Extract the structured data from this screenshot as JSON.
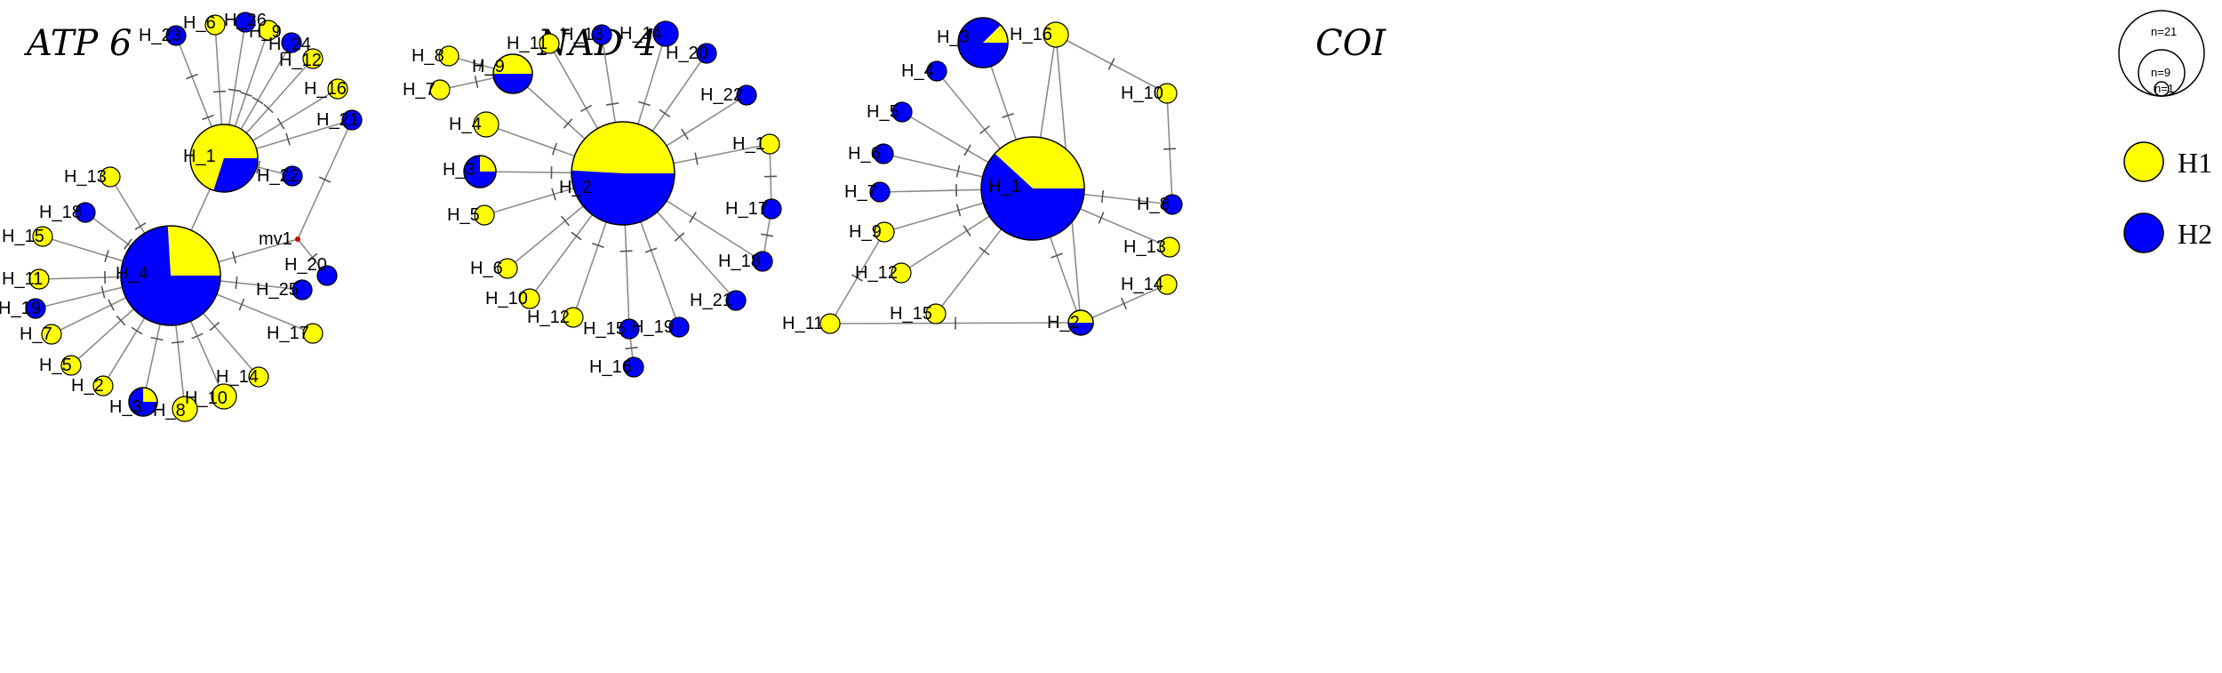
{
  "colors": {
    "H1": "#ffff00",
    "H2": "#0000ff",
    "edge": "#8c8c8c",
    "median": "#cc0000"
  },
  "legend": {
    "sizes": [
      {
        "label": "n=21"
      },
      {
        "label": "n=9"
      },
      {
        "label": "n=1"
      }
    ],
    "groups": [
      {
        "name": "H1",
        "color": "#ffff00"
      },
      {
        "name": "H2",
        "color": "#0000ff"
      }
    ]
  },
  "networks": [
    {
      "title": "ATP 6",
      "nodes": [
        {
          "id": "H_1",
          "label": "H_1",
          "h1": 14,
          "h2": 6
        },
        {
          "id": "H_2",
          "label": "H_2",
          "h1": 1,
          "h2": 0
        },
        {
          "id": "H_3",
          "label": "H_3",
          "h1": 1,
          "h2": 3
        },
        {
          "id": "H_4",
          "label": "H_4",
          "h1": 7,
          "h2": 20
        },
        {
          "id": "H_5",
          "label": "H_5",
          "h1": 1,
          "h2": 0
        },
        {
          "id": "H_6",
          "label": "H_6",
          "h1": 1,
          "h2": 0
        },
        {
          "id": "H_7",
          "label": "H_7",
          "h1": 1,
          "h2": 0
        },
        {
          "id": "H_8",
          "label": "H_8",
          "h1": 2,
          "h2": 0
        },
        {
          "id": "H_9",
          "label": "H_9",
          "h1": 1,
          "h2": 0
        },
        {
          "id": "H_10",
          "label": "H_10",
          "h1": 2,
          "h2": 0
        },
        {
          "id": "H_11",
          "label": "H_11",
          "h1": 1,
          "h2": 0
        },
        {
          "id": "H_12",
          "label": "H_12",
          "h1": 1,
          "h2": 0
        },
        {
          "id": "H_13",
          "label": "H_13",
          "h1": 1,
          "h2": 0
        },
        {
          "id": "H_14",
          "label": "H_14",
          "h1": 1,
          "h2": 0
        },
        {
          "id": "H_15",
          "label": "H_15",
          "h1": 1,
          "h2": 0
        },
        {
          "id": "H_16",
          "label": "H_16",
          "h1": 1,
          "h2": 0
        },
        {
          "id": "H_17",
          "label": "H_17",
          "h1": 1,
          "h2": 0
        },
        {
          "id": "H_18",
          "label": "H_18",
          "h1": 0,
          "h2": 1
        },
        {
          "id": "H_19",
          "label": "H_19",
          "h1": 0,
          "h2": 1
        },
        {
          "id": "H_20",
          "label": "H_20",
          "h1": 0,
          "h2": 1
        },
        {
          "id": "H_21",
          "label": "H_21",
          "h1": 0,
          "h2": 1
        },
        {
          "id": "H_22",
          "label": "H_22",
          "h1": 0,
          "h2": 1
        },
        {
          "id": "H_23",
          "label": "H_23",
          "h1": 0,
          "h2": 1
        },
        {
          "id": "H_24",
          "label": "H_24",
          "h1": 0,
          "h2": 1
        },
        {
          "id": "H_25",
          "label": "H_25",
          "h1": 0,
          "h2": 1
        },
        {
          "id": "H_26",
          "label": "H_26",
          "h1": 0,
          "h2": 1
        },
        {
          "id": "mv1",
          "label": "mv1",
          "median": true
        }
      ],
      "edges": [
        {
          "from": "H_1",
          "to": "H_23",
          "ticks": 2
        },
        {
          "from": "H_1",
          "to": "H_6",
          "ticks": 1
        },
        {
          "from": "H_1",
          "to": "H_26",
          "ticks": 1
        },
        {
          "from": "H_1",
          "to": "H_9",
          "ticks": 1
        },
        {
          "from": "H_1",
          "to": "H_24",
          "ticks": 1
        },
        {
          "from": "H_1",
          "to": "H_12",
          "ticks": 1
        },
        {
          "from": "H_1",
          "to": "H_16",
          "ticks": 1
        },
        {
          "from": "H_1",
          "to": "H_21",
          "ticks": 1
        },
        {
          "from": "H_1",
          "to": "H_22",
          "ticks": 1
        },
        {
          "from": "H_1",
          "to": "H_4",
          "ticks": 0
        },
        {
          "from": "H_4",
          "to": "H_13",
          "ticks": 1
        },
        {
          "from": "H_4",
          "to": "H_18",
          "ticks": 1
        },
        {
          "from": "H_4",
          "to": "H_15",
          "ticks": 1
        },
        {
          "from": "H_4",
          "to": "H_11",
          "ticks": 1
        },
        {
          "from": "H_4",
          "to": "H_19",
          "ticks": 1
        },
        {
          "from": "H_4",
          "to": "H_7",
          "ticks": 1
        },
        {
          "from": "H_4",
          "to": "H_5",
          "ticks": 1
        },
        {
          "from": "H_4",
          "to": "H_2",
          "ticks": 1
        },
        {
          "from": "H_4",
          "to": "H_3",
          "ticks": 1
        },
        {
          "from": "H_4",
          "to": "H_8",
          "ticks": 1
        },
        {
          "from": "H_4",
          "to": "H_10",
          "ticks": 1
        },
        {
          "from": "H_4",
          "to": "H_14",
          "ticks": 1
        },
        {
          "from": "H_4",
          "to": "H_17",
          "ticks": 1
        },
        {
          "from": "H_4",
          "to": "H_25",
          "ticks": 1
        },
        {
          "from": "H_4",
          "to": "mv1",
          "ticks": 1
        },
        {
          "from": "mv1",
          "to": "H_21",
          "ticks": 1
        },
        {
          "from": "mv1",
          "to": "H_20",
          "ticks": 1
        }
      ]
    },
    {
      "title": "NAD 4",
      "nodes": [
        {
          "id": "H_2",
          "label": "H_2",
          "h1": 27,
          "h2": 28
        },
        {
          "id": "H_1",
          "label": "H_1",
          "h1": 1,
          "h2": 0
        },
        {
          "id": "H_3",
          "label": "H_3",
          "h1": 1,
          "h2": 3
        },
        {
          "id": "H_4",
          "label": "H_4",
          "h1": 2,
          "h2": 0
        },
        {
          "id": "H_5",
          "label": "H_5",
          "h1": 1,
          "h2": 0
        },
        {
          "id": "H_6",
          "label": "H_6",
          "h1": 1,
          "h2": 0
        },
        {
          "id": "H_7",
          "label": "H_7",
          "h1": 1,
          "h2": 0
        },
        {
          "id": "H_8",
          "label": "H_8",
          "h1": 1,
          "h2": 0
        },
        {
          "id": "H_9",
          "label": "H_9",
          "h1": 2,
          "h2": 2
        },
        {
          "id": "H_10",
          "label": "H_10",
          "h1": 1,
          "h2": 0
        },
        {
          "id": "H_11",
          "label": "H_11",
          "h1": 1,
          "h2": 0
        },
        {
          "id": "H_12",
          "label": "H_12",
          "h1": 1,
          "h2": 0
        },
        {
          "id": "H_13",
          "label": "H_13",
          "h1": 0,
          "h2": 1
        },
        {
          "id": "H_14",
          "label": "H_14",
          "h1": 0,
          "h2": 2
        },
        {
          "id": "H_15",
          "label": "H_15",
          "h1": 0,
          "h2": 1
        },
        {
          "id": "H_16",
          "label": "H_16",
          "h1": 0,
          "h2": 1
        },
        {
          "id": "H_17",
          "label": "H_17",
          "h1": 0,
          "h2": 1
        },
        {
          "id": "H_18",
          "label": "H_18",
          "h1": 0,
          "h2": 1
        },
        {
          "id": "H_19",
          "label": "H_19",
          "h1": 0,
          "h2": 1
        },
        {
          "id": "H_20",
          "label": "H_20",
          "h1": 0,
          "h2": 1
        },
        {
          "id": "H_21",
          "label": "H_21",
          "h1": 0,
          "h2": 1
        },
        {
          "id": "H_22",
          "label": "H_22",
          "h1": 0,
          "h2": 1
        }
      ],
      "edges": [
        {
          "from": "H_2",
          "to": "H_11",
          "ticks": 1
        },
        {
          "from": "H_2",
          "to": "H_13",
          "ticks": 1
        },
        {
          "from": "H_2",
          "to": "H_14",
          "ticks": 1
        },
        {
          "from": "H_2",
          "to": "H_20",
          "ticks": 1
        },
        {
          "from": "H_2",
          "to": "H_22",
          "ticks": 1
        },
        {
          "from": "H_2",
          "to": "H_9",
          "ticks": 1
        },
        {
          "from": "H_9",
          "to": "H_8",
          "ticks": 1
        },
        {
          "from": "H_9",
          "to": "H_7",
          "ticks": 1
        },
        {
          "from": "H_2",
          "to": "H_4",
          "ticks": 1
        },
        {
          "from": "H_2",
          "to": "H_3",
          "ticks": 1
        },
        {
          "from": "H_2",
          "to": "H_5",
          "ticks": 1
        },
        {
          "from": "H_2",
          "to": "H_6",
          "ticks": 1
        },
        {
          "from": "H_2",
          "to": "H_10",
          "ticks": 1
        },
        {
          "from": "H_2",
          "to": "H_12",
          "ticks": 1
        },
        {
          "from": "H_2",
          "to": "H_15",
          "ticks": 1
        },
        {
          "from": "H_15",
          "to": "H_16",
          "ticks": 1
        },
        {
          "from": "H_2",
          "to": "H_19",
          "ticks": 1
        },
        {
          "from": "H_2",
          "to": "H_21",
          "ticks": 1
        },
        {
          "from": "H_2",
          "to": "H_18",
          "ticks": 1
        },
        {
          "from": "H_2",
          "to": "H_1",
          "ticks": 1
        },
        {
          "from": "H_1",
          "to": "H_17",
          "ticks": 1
        },
        {
          "from": "H_17",
          "to": "H_18",
          "ticks": 1
        }
      ]
    },
    {
      "title": "COI",
      "nodes": [
        {
          "id": "H_1",
          "label": "H_1",
          "h1": 21,
          "h2": 34
        },
        {
          "id": "H_2",
          "label": "H_2",
          "h1": 1,
          "h2": 1
        },
        {
          "id": "H_3",
          "label": "H_3",
          "h1": 1,
          "h2": 7
        },
        {
          "id": "H_4",
          "label": "H_4",
          "h1": 0,
          "h2": 1
        },
        {
          "id": "H_5",
          "label": "H_5",
          "h1": 0,
          "h2": 1
        },
        {
          "id": "H_6",
          "label": "H_6",
          "h1": 0,
          "h2": 1
        },
        {
          "id": "H_7",
          "label": "H_7",
          "h1": 0,
          "h2": 1
        },
        {
          "id": "H_8",
          "label": "H_8",
          "h1": 0,
          "h2": 1
        },
        {
          "id": "H_9",
          "label": "H_9",
          "h1": 1,
          "h2": 0
        },
        {
          "id": "H_10",
          "label": "H_10",
          "h1": 1,
          "h2": 0
        },
        {
          "id": "H_11",
          "label": "H_11",
          "h1": 1,
          "h2": 0
        },
        {
          "id": "H_12",
          "label": "H_12",
          "h1": 1,
          "h2": 0
        },
        {
          "id": "H_13",
          "label": "H_13",
          "h1": 1,
          "h2": 0
        },
        {
          "id": "H_14",
          "label": "H_14",
          "h1": 1,
          "h2": 0
        },
        {
          "id": "H_15",
          "label": "H_15",
          "h1": 1,
          "h2": 0
        },
        {
          "id": "H_16",
          "label": "H_16",
          "h1": 2,
          "h2": 0
        }
      ],
      "edges": [
        {
          "from": "H_1",
          "to": "H_3",
          "ticks": 1
        },
        {
          "from": "H_1",
          "to": "H_4",
          "ticks": 1
        },
        {
          "from": "H_1",
          "to": "H_5",
          "ticks": 1
        },
        {
          "from": "H_1",
          "to": "H_6",
          "ticks": 1
        },
        {
          "from": "H_1",
          "to": "H_7",
          "ticks": 1
        },
        {
          "from": "H_1",
          "to": "H_9",
          "ticks": 1
        },
        {
          "from": "H_1",
          "to": "H_12",
          "ticks": 1
        },
        {
          "from": "H_1",
          "to": "H_15",
          "ticks": 1
        },
        {
          "from": "H_1",
          "to": "H_16",
          "ticks": 0
        },
        {
          "from": "H_1",
          "to": "H_8",
          "ticks": 1
        },
        {
          "from": "H_1",
          "to": "H_13",
          "ticks": 1
        },
        {
          "from": "H_1",
          "to": "H_2",
          "ticks": 1
        },
        {
          "from": "H_16",
          "to": "H_10",
          "ticks": 1
        },
        {
          "from": "H_10",
          "to": "H_8",
          "ticks": 1
        },
        {
          "from": "H_16",
          "to": "H_2",
          "ticks": 0
        },
        {
          "from": "H_9",
          "to": "H_11",
          "ticks": 1
        },
        {
          "from": "H_11",
          "to": "H_2",
          "ticks": 1
        },
        {
          "from": "H_2",
          "to": "H_14",
          "ticks": 1
        }
      ]
    }
  ]
}
